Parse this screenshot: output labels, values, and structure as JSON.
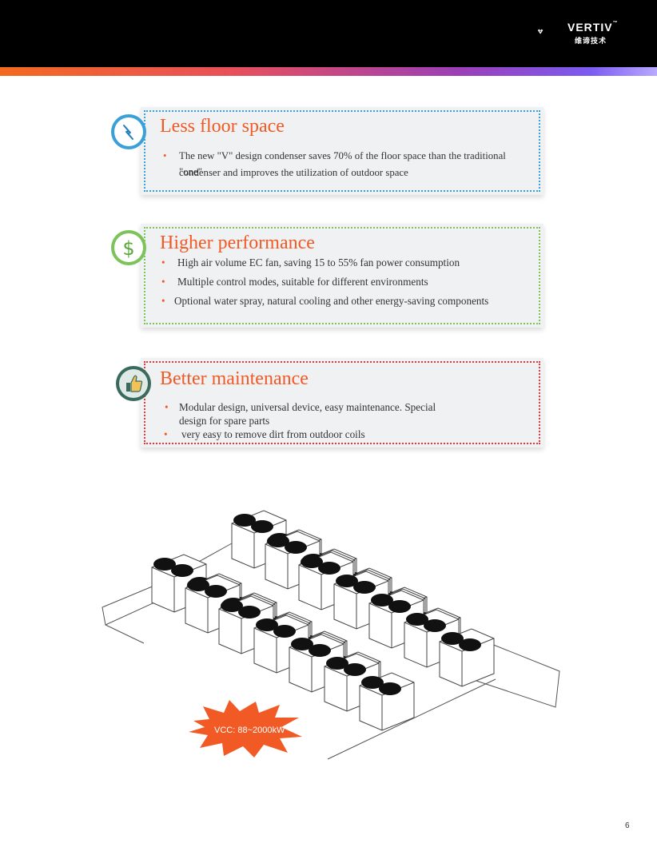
{
  "brand": {
    "name": "VERTIV",
    "tm": "™",
    "subname": "维谛技术"
  },
  "colors": {
    "accent": "#f15a24",
    "blue_border": "#3aa0d8",
    "green_border": "#7cc35a",
    "red_border": "#e23a3a"
  },
  "cards": [
    {
      "icon": "lightning-icon",
      "title": "Less floor space",
      "bullets": [
        "The new \"V\" design condenser saves 70% of the floor space than the traditional \"one\"",
        "condenser and improves the utilization of outdoor space"
      ]
    },
    {
      "icon": "dollar-icon",
      "title": "Higher performance",
      "bullets": [
        "High air volume EC fan, saving 15 to 55% fan power consumption",
        "Multiple control modes, suitable for different environments",
        "Optional water spray, natural cooling and other energy-saving components"
      ]
    },
    {
      "icon": "thumbs-up-icon",
      "title": "Better maintenance",
      "bullets": [
        "Modular design, universal device, easy maintenance. Special",
        "design for spare parts",
        "very easy to remove dirt from outdoor coils"
      ]
    }
  ],
  "illustration": {
    "burst_label": "VCC: 88~2000kW"
  },
  "page_number": "6"
}
